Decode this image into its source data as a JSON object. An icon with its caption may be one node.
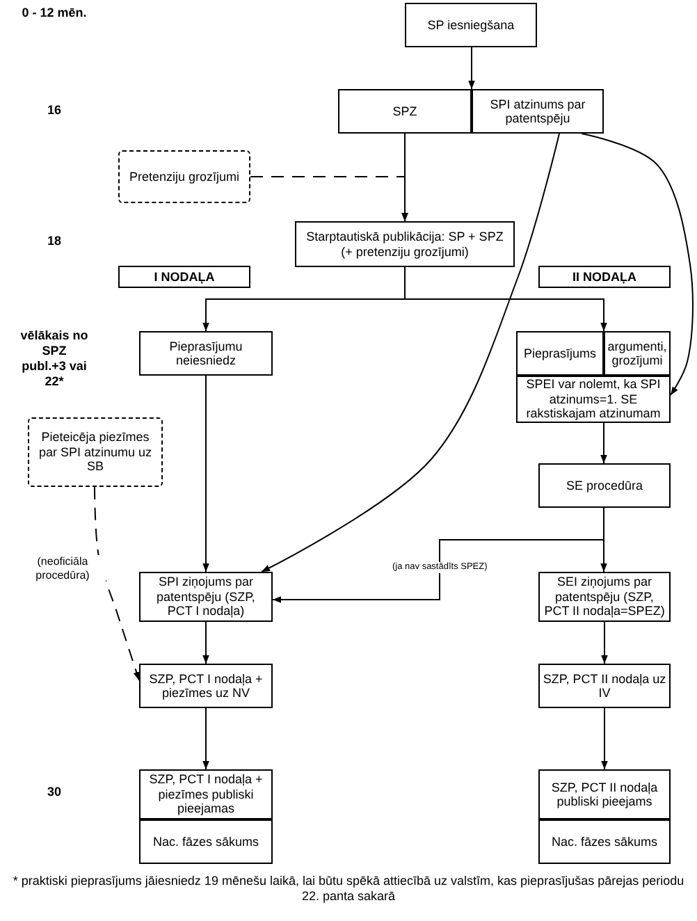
{
  "diagram": {
    "nodes": [
      {
        "text": [
          "SP iesniegšana"
        ]
      },
      {
        "text": [
          "SPZ"
        ]
      },
      {
        "text": [
          "SPI atzinums par patentspēju"
        ]
      },
      {
        "text": [
          "Pretenziju grozījumi"
        ]
      },
      {
        "text": [
          "Starptautiskā publikācija: SP + SPZ (+ pretenziju grozījumi)"
        ]
      },
      {
        "text": [
          "I NODAĻA"
        ]
      },
      {
        "text": [
          "II NODAĻA"
        ]
      },
      {
        "text": [
          "Pieprasījumu neiesniedz"
        ]
      },
      {
        "text": [
          "Pieprasījums"
        ]
      },
      {
        "text": [
          "argumenti, grozījumi"
        ]
      },
      {
        "text": [
          "SPEI var nolemt, ka SPI atzinums=1. SE rakstiskajam atzinumam"
        ]
      },
      {
        "text": [
          "Pieteicēja piezīmes par SPI atzinumu uz SB"
        ]
      },
      {
        "text": [
          "SE procedūra"
        ]
      },
      {
        "text": [
          "SPI ziņojums par patentspēju (SZP, PCT I nodaļa)"
        ]
      },
      {
        "text": [
          "SEI ziņojums par patentspēju (SZP, PCT II nodaļa=SPEZ)"
        ]
      },
      {
        "text": [
          "SZP, PCT I nodaļa + piezīmes uz NV"
        ]
      },
      {
        "text": [
          "SZP, PCT II nodaļa uz IV"
        ]
      },
      {
        "text": [
          "SZP, PCT I nodaļa + piezīmes publiski pieejamas"
        ]
      },
      {
        "text": [
          "Nac. fāzes sākums"
        ]
      },
      {
        "text": [
          "SZP, PCT II nodaļa publiski pieejams"
        ]
      },
      {
        "text": [
          "Nac. fāzes sākums"
        ]
      }
    ],
    "edges": [
      {
        "from": 0,
        "to": 1,
        "arrow": "to"
      },
      {
        "from": 1,
        "to": 4,
        "arrow": "to"
      },
      {
        "from": 3,
        "to": 4,
        "arrow": "to",
        "style": "dashed"
      },
      {
        "from": 4,
        "to": 7,
        "arrow": "to"
      },
      {
        "from": 4,
        "to": 8,
        "arrow": "to"
      },
      {
        "from": 2,
        "to": 13,
        "arrow": "to"
      },
      {
        "from": 2,
        "to": 10,
        "arrow": "to"
      },
      {
        "from": 7,
        "to": 13,
        "arrow": "to"
      },
      {
        "from": 10,
        "to": 12,
        "arrow": "to"
      },
      {
        "from": 12,
        "to": 14,
        "arrow": "to"
      },
      {
        "from": 12,
        "to": 13,
        "arrow": "to",
        "label": "(ja nav sastādīts SPEZ)"
      },
      {
        "from": 11,
        "to": 15,
        "arrow": "to",
        "style": "dashed",
        "label": "(neoficiāla procedūra)"
      },
      {
        "from": 13,
        "to": 15,
        "arrow": "to"
      },
      {
        "from": 15,
        "to": 17,
        "arrow": "to"
      },
      {
        "from": 14,
        "to": 16,
        "arrow": "to"
      },
      {
        "from": 16,
        "to": 19,
        "arrow": "to"
      }
    ],
    "labels": [
      "0 - 12 mēn.",
      "16",
      "18",
      "vēlākais no SPZ publ.+3 vai 22*",
      "30",
      "* praktiski pieprasījums jāiesniedz 19 mēnešu laikā, lai būtu spēkā attiecībā uz valstīm, kas pieprasījušas pārejas periodu 22. panta sakarā"
    ]
  }
}
